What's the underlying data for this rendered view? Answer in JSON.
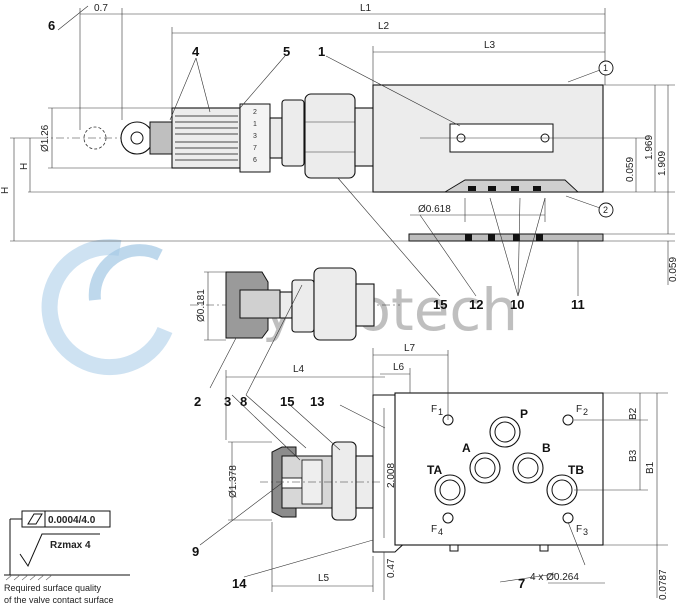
{
  "watermark": "hydrotech",
  "dimensions": {
    "d07": "0.7",
    "L1": "L1",
    "L2": "L2",
    "L3": "L3",
    "L4": "L4",
    "L5": "L5",
    "L6": "L6",
    "L7": "L7",
    "H": "H",
    "d126": "Ø1.26",
    "d1969": "1.969",
    "d1909": "1.909",
    "d0059a": "0.059",
    "d0059b": "0.059",
    "d0618": "Ø0.618",
    "d0181": "Ø0.181",
    "d1378": "Ø1.378",
    "d2008": "2.008",
    "d047": "0.47",
    "d00787": "0.0787",
    "B1": "B1",
    "B2": "B2",
    "B3": "B3",
    "holes": "4 x Ø0.264"
  },
  "callouts": [
    "1",
    "2",
    "3",
    "4",
    "5",
    "6",
    "7",
    "8",
    "9",
    "10",
    "11",
    "12",
    "13",
    "14",
    "15"
  ],
  "ports": {
    "P": "P",
    "A": "A",
    "B": "B",
    "TA": "TA",
    "TB": "TB"
  },
  "fixing": {
    "F1": "F",
    "F1s": "1",
    "F2": "F",
    "F2s": "2",
    "F3": "F",
    "F3s": "3",
    "F4": "F",
    "F4s": "4"
  },
  "markers": {
    "m1": "1",
    "m2": "2"
  },
  "surface": {
    "tolerance": "0.0004/4.0",
    "roughness": "Rzmax 4",
    "note1": "Required surface quality",
    "note2": "of the valve contact surface"
  }
}
